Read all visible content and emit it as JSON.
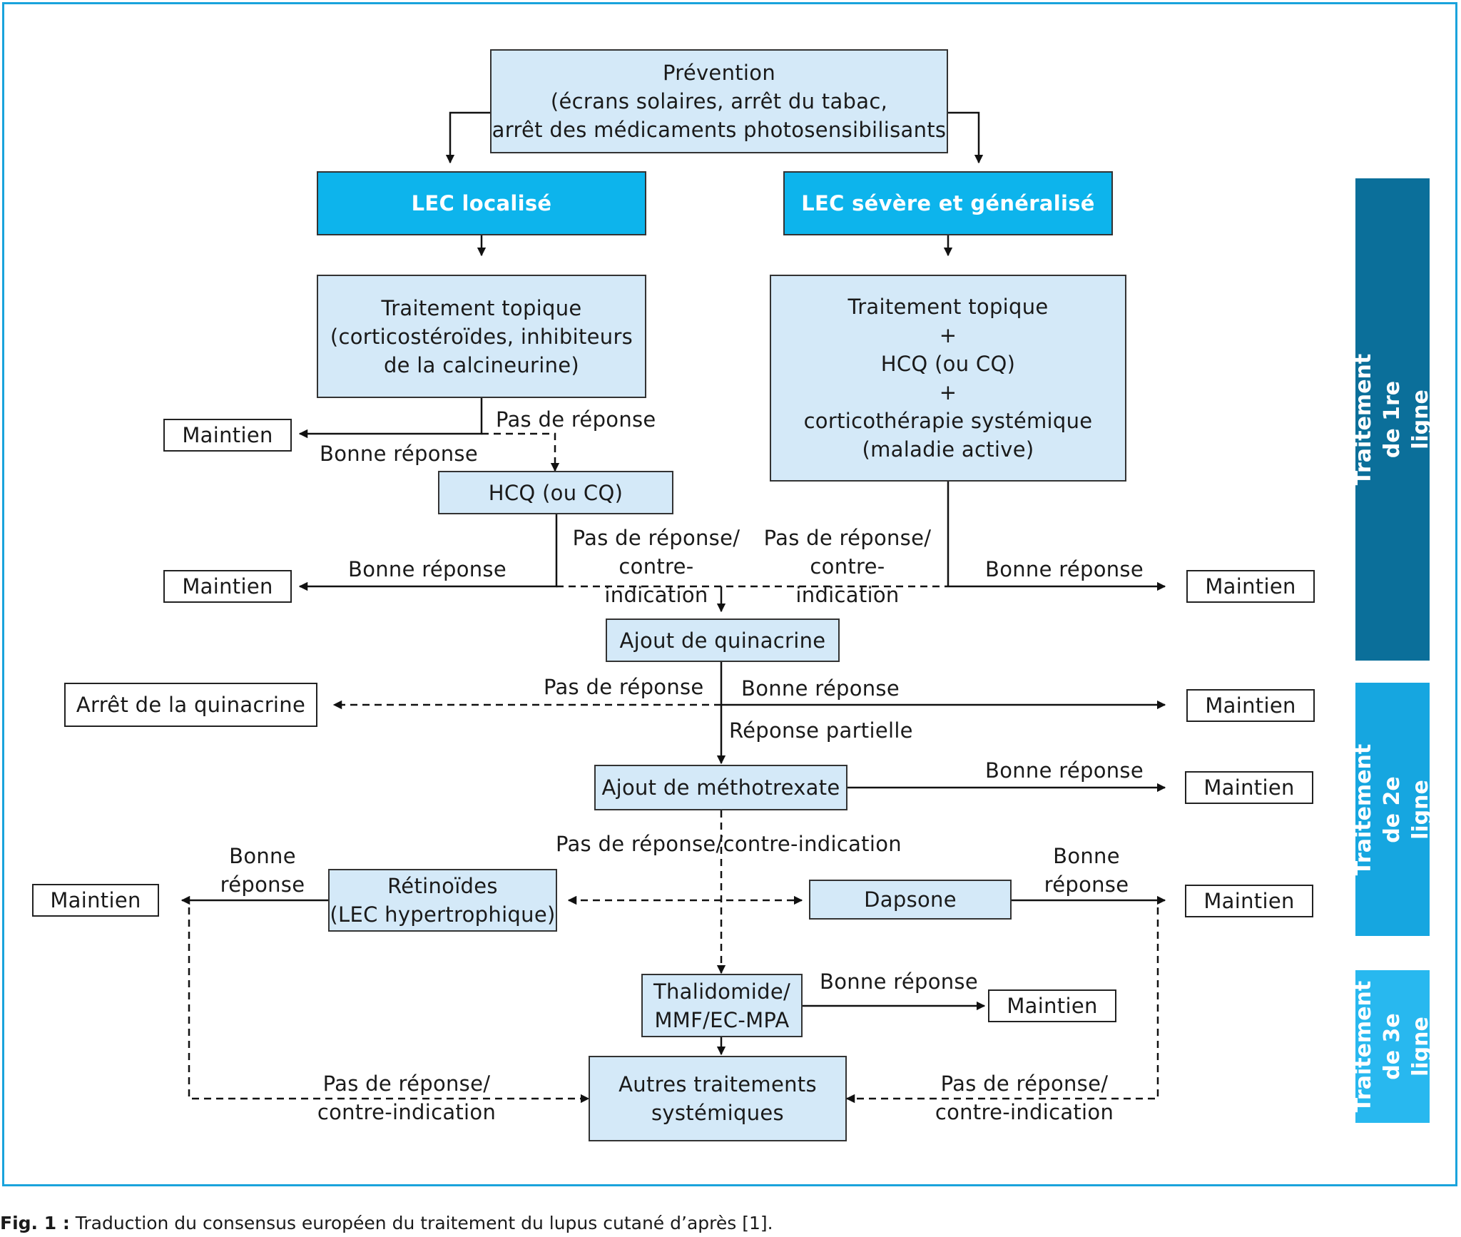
{
  "nodes": {
    "prevention": "Prévention\n(écrans solaires, arrêt du tabac,\narrêt des médicaments photosensibilisants",
    "lec_localise": "LEC localisé",
    "lec_severe": "LEC sévère et généralisé",
    "topique_local": "Traitement topique\n(corticostéroïdes, inhibiteurs\nde la calcineurine)",
    "topique_severe": "Traitement topique\n+\nHCQ (ou CQ)\n+\ncorticothérapie systémique\n(maladie active)",
    "hcq": "HCQ (ou CQ)",
    "quinacrine": "Ajout de quinacrine",
    "arret_quinacrine": "Arrêt de la quinacrine",
    "methotrexate": "Ajout de méthotrexate",
    "retinoides": "Rétinoïdes\n(LEC hypertrophique)",
    "dapsone": "Dapsone",
    "thalidomide": "Thalidomide/\nMMF/EC-MPA",
    "autres": "Autres traitements\nsystémiques",
    "maintien_1": "Maintien",
    "maintien_2": "Maintien",
    "maintien_3": "Maintien",
    "maintien_4": "Maintien",
    "maintien_5": "Maintien",
    "maintien_6": "Maintien",
    "maintien_7": "Maintien",
    "maintien_8": "Maintien"
  },
  "edge_labels": {
    "l1": "Pas de réponse",
    "l2": "Bonne réponse",
    "l3": "Pas de réponse/\ncontre-indication",
    "l4": "Pas de réponse/\ncontre-indication",
    "l5": "Bonne réponse",
    "l6": "Bonne réponse",
    "l7": "Pas de réponse",
    "l8": "Bonne réponse",
    "l9": "Réponse partielle",
    "l10": "Bonne réponse",
    "l11": "Pas de réponse/contre-indication",
    "l12": "Bonne\nréponse",
    "l13": "Bonne\nréponse",
    "l14": "Bonne réponse",
    "l15": "Pas de réponse/\ncontre-indication",
    "l16": "Pas de réponse/\ncontre-indication"
  },
  "side_labels": {
    "ligne1": "Traitement de 1re ligne",
    "ligne2": "Traitement de 2e ligne",
    "ligne3": "Traitement\nde 3e ligne"
  },
  "caption": {
    "prefix": "Fig. 1 :",
    "text": " Traduction du consensus européen du traitement du lupus cutané d’après [1]."
  },
  "colors": {
    "light_box": "#d4e9f8",
    "accent_box": "#0db4ec",
    "side_ligne1": "#0b6f9a",
    "side_ligne2": "#16a6e0",
    "side_ligne3": "#28b8ef",
    "frame": "#1aa3dc"
  }
}
